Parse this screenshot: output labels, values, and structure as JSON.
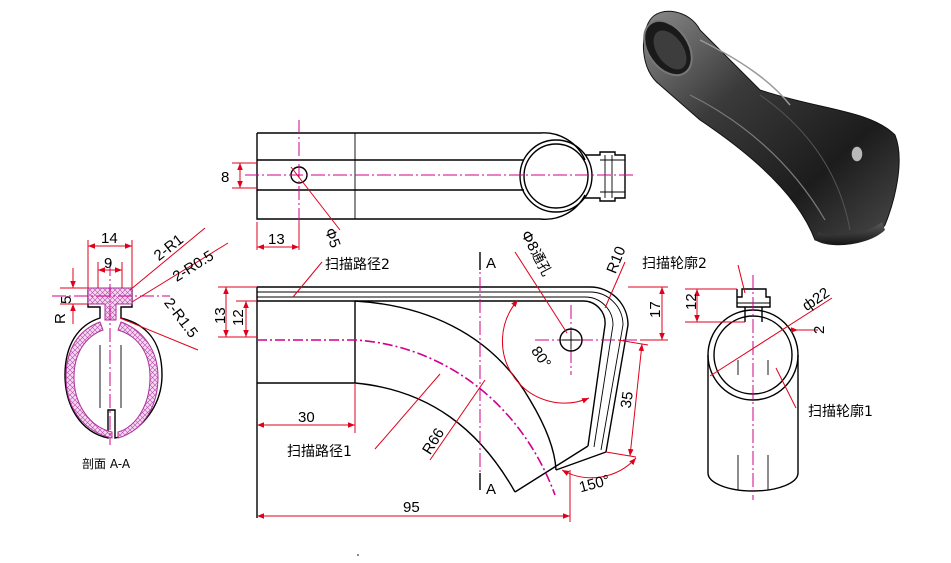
{
  "drawing": {
    "top_view": {
      "dim_width": "8",
      "dim_offset": "13",
      "dim_hole": "Ф5"
    },
    "section_view": {
      "dim_14": "14",
      "dim_9": "9",
      "dim_5": "5",
      "dim_r5": "R",
      "label_r1": "2-R1",
      "label_r05": "2-R0.5",
      "label_r15": "2-R1.5",
      "caption": "剖面 A-A"
    },
    "front_view": {
      "sweep_path_2": "扫描路径2",
      "sweep_path_1": "扫描路径1",
      "hole_label": "Ф8通孔",
      "r10": "R10",
      "dim_13": "13",
      "dim_12": "12",
      "dim_17": "17",
      "dim_35": "35",
      "dim_30": "30",
      "dim_95": "95",
      "r66": "R66",
      "angle_80": "80°",
      "angle_150": "150°",
      "section_mark_top": "A",
      "section_mark_bottom": "A"
    },
    "side_view": {
      "sweep_profile_2": "扫描轮廓2",
      "sweep_profile_1": "扫描轮廓1",
      "dim_12": "12",
      "dim_d22": "ф22",
      "dim_2": "2"
    },
    "render_3d": {
      "description_icon": "3d-render"
    }
  }
}
